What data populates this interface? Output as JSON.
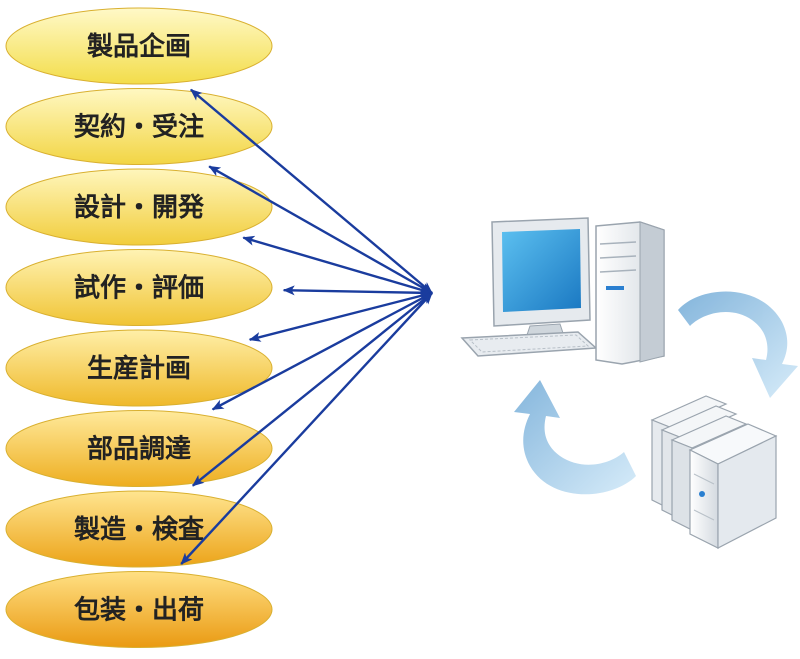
{
  "stages": [
    {
      "label": "製品企画",
      "color_top": "#fff9c8",
      "color_bottom": "#f3dd4a"
    },
    {
      "label": "契約・受注",
      "color_top": "#fff8c2",
      "color_bottom": "#f2d544"
    },
    {
      "label": "設計・開発",
      "color_top": "#fff6bc",
      "color_bottom": "#f1cd3c"
    },
    {
      "label": "試作・評価",
      "color_top": "#fff3b4",
      "color_bottom": "#f0c434"
    },
    {
      "label": "生産計画",
      "color_top": "#ffefa8",
      "color_bottom": "#efb92a"
    },
    {
      "label": "部品調達",
      "color_top": "#ffea9c",
      "color_bottom": "#eeae20"
    },
    {
      "label": "製造・検査",
      "color_top": "#ffe590",
      "color_bottom": "#eca318"
    },
    {
      "label": "包装・出荷",
      "color_top": "#ffe084",
      "color_bottom": "#ea9a12"
    }
  ],
  "colors": {
    "arrow": "#1a3c9e",
    "cycle_arrow": "#9fcbea",
    "screen": "#2a9ad8",
    "case": "#eef1f4",
    "case_shadow": "#b8c0c8"
  },
  "icons": [
    "desktop-computer-icon",
    "server-icon",
    "sync-cycle-icon"
  ]
}
